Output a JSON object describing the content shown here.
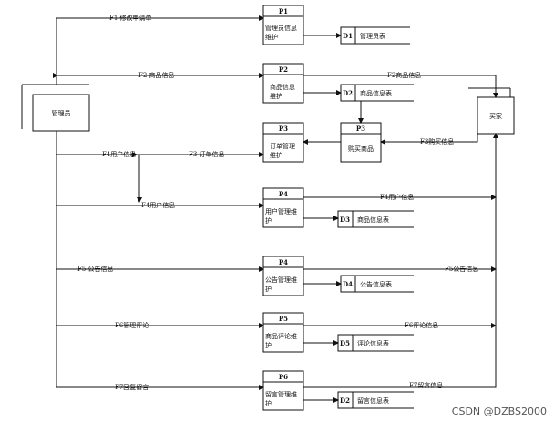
{
  "entities": {
    "admin": "管理员",
    "buyer": "买家"
  },
  "processes": [
    {
      "id": "P1",
      "name": "管理员信息维护"
    },
    {
      "id": "P2",
      "name": "商品信息维护"
    },
    {
      "id": "P3",
      "name": "订单管理维护"
    },
    {
      "id": "P3",
      "name": "购买商品"
    },
    {
      "id": "P4",
      "name": "用户管理维护"
    },
    {
      "id": "P4",
      "name": "公告管理维护"
    },
    {
      "id": "P5",
      "name": "商品评论维护"
    },
    {
      "id": "P6",
      "name": "留言管理维护"
    }
  ],
  "stores": [
    {
      "id": "D1",
      "name": "管理员表"
    },
    {
      "id": "D2",
      "name": "商品信息表"
    },
    {
      "id": "D3",
      "name": "商品信息表"
    },
    {
      "id": "D4",
      "name": "公告信息表"
    },
    {
      "id": "D5",
      "name": "评论信息表"
    },
    {
      "id": "D2",
      "name": "留言信息表"
    }
  ],
  "flows": {
    "f1": "F1 修改申请单",
    "f2a": "F2 商品信息",
    "f2b": "F2商品信息",
    "f3a": "F3 订单信息",
    "f3b": "F3购买信息",
    "f4a": "F4用户信息",
    "f4b": "F4用户信息",
    "f4c": "F4用户信息",
    "f5a": "F5 公告信息",
    "f5b": "F5公告信息",
    "f6a": "F6管理评论",
    "f6b": "F6评论信息",
    "f7a": "F7回复留言",
    "f7b": "F7留言信息"
  },
  "watermark": "CSDN @DZBS2000"
}
